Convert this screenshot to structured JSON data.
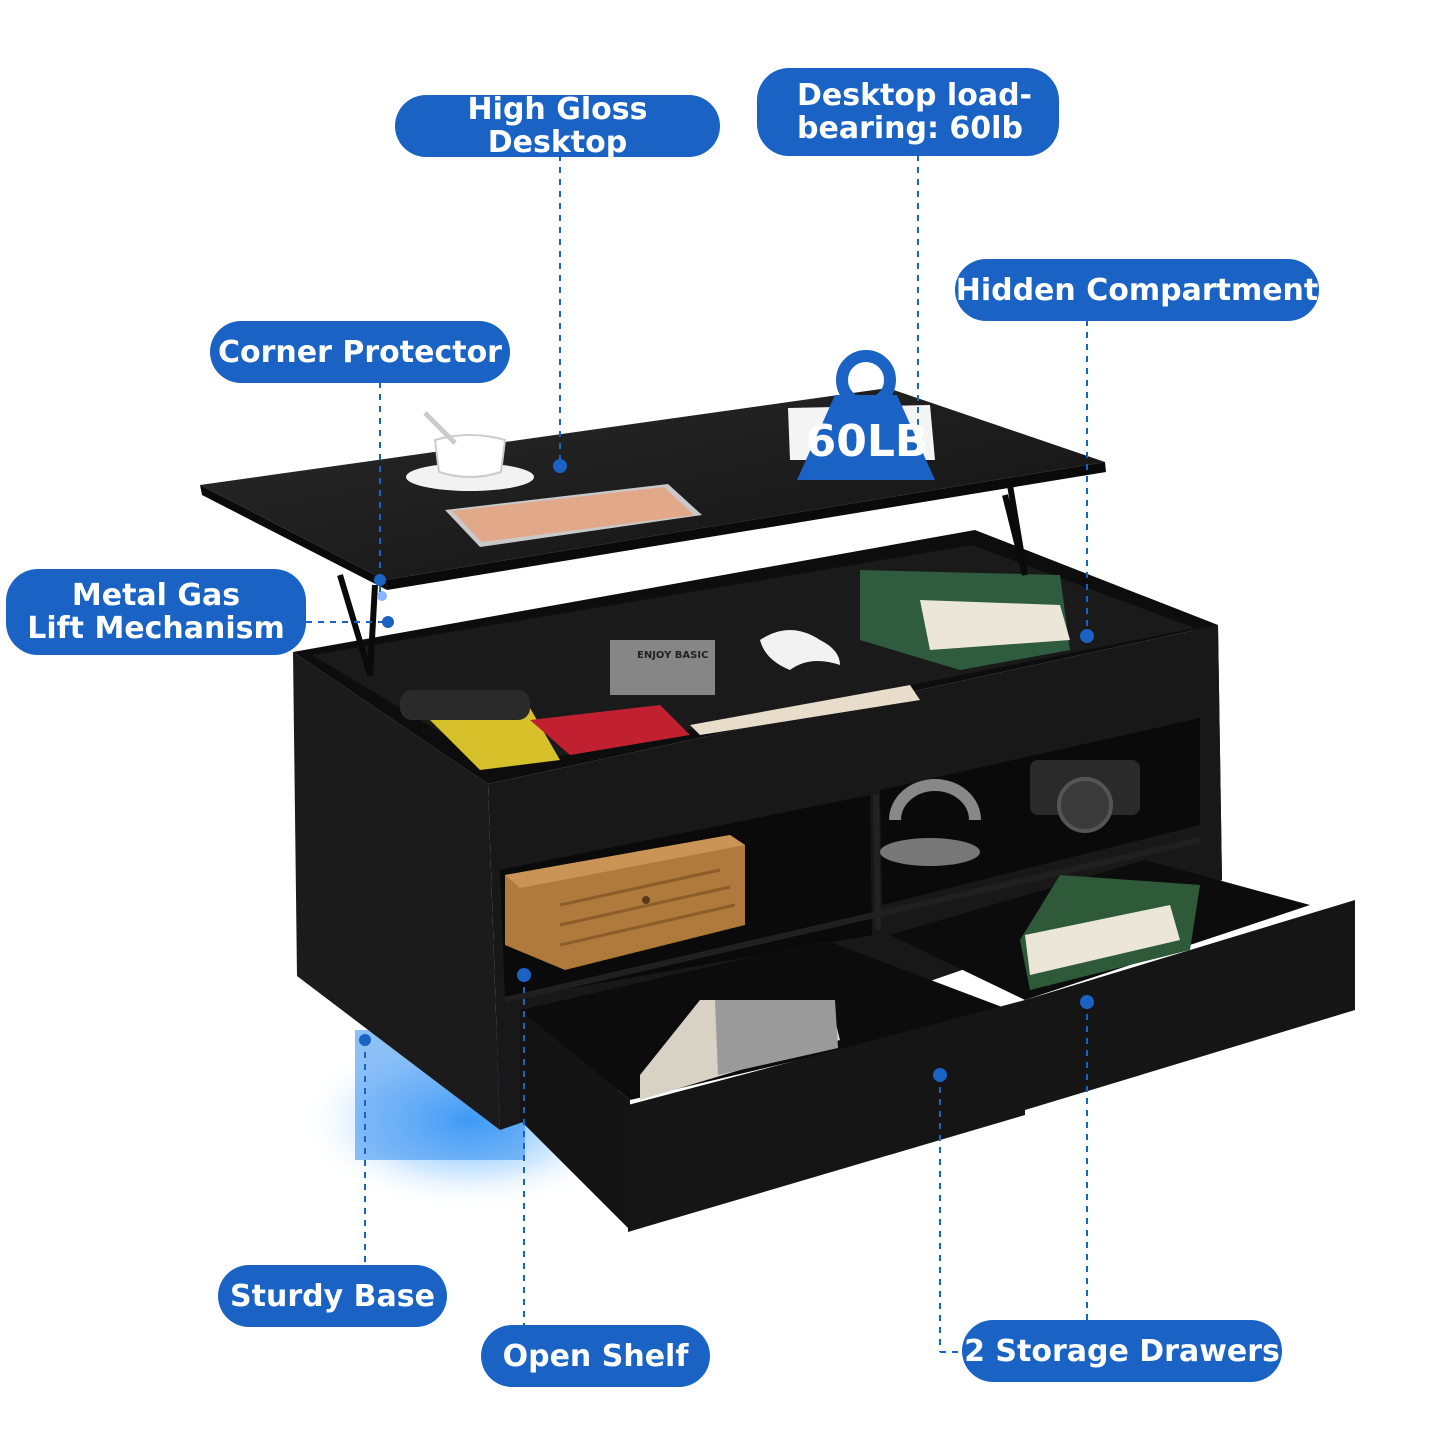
{
  "labels": {
    "high_gloss": "High Gloss Desktop",
    "load_line1": "Desktop load-",
    "load_line2": "bearing: 60lb",
    "hidden": "Hidden Compartment",
    "corner": "Corner Protector",
    "gas_line1": "Metal Gas",
    "gas_line2": "Lift Mechanism",
    "sturdy": "Sturdy Base",
    "open_shelf": "Open Shelf",
    "drawers": "2 Storage Drawers"
  },
  "weight_badge": "60LB",
  "box_label": "ENJOY BASIC",
  "colors": {
    "accent": "#1a63c4",
    "table": "#151515",
    "led": "#3aa0ff",
    "background": "#ffffff"
  }
}
